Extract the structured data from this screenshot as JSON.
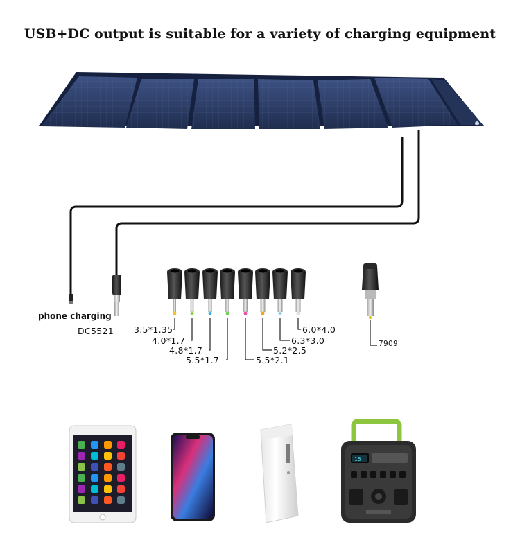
{
  "title": "USB+DC output is suitable for a variety of charging equipment",
  "labels": {
    "phone_charging": "phone charging",
    "dc5521": "DC5521",
    "a": "3.5*1.35",
    "b": "4.0*1.7",
    "c": "4.8*1.7",
    "d": "5.5*1.7",
    "e": "5.5*2.1",
    "f": "5.2*2.5",
    "g": "6.3*3.0",
    "h": "6.0*4.0",
    "i": "7909"
  },
  "colors": {
    "panel": "#2c3e66",
    "cable": "#111111",
    "station_accent": "#8cc63f"
  }
}
